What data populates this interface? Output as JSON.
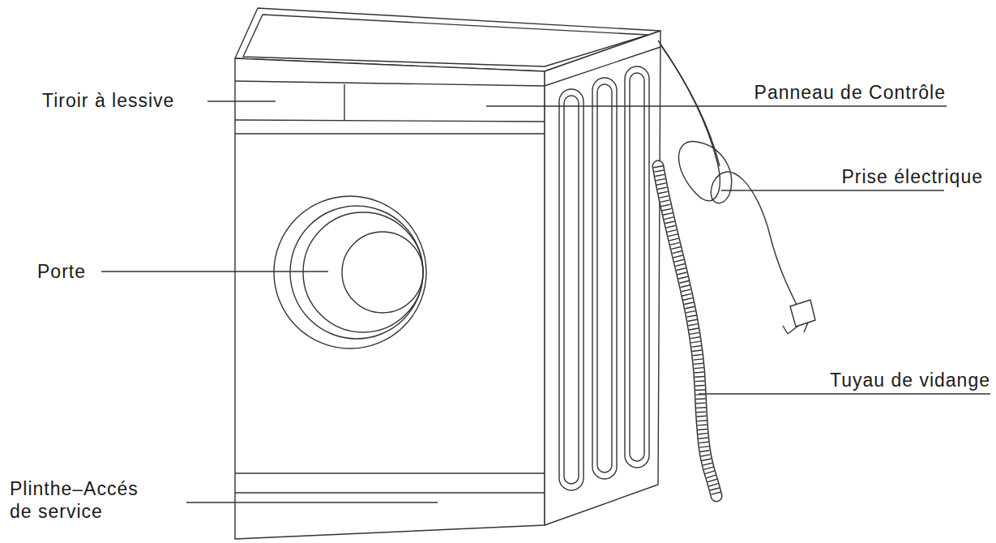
{
  "diagram": {
    "labels": [
      "Tiroir à lessive",
      "Panneau de Contrôle",
      "Prise électrique",
      "Porte",
      "Tuyau de vidange",
      "Plinthe–Accés de service"
    ]
  }
}
